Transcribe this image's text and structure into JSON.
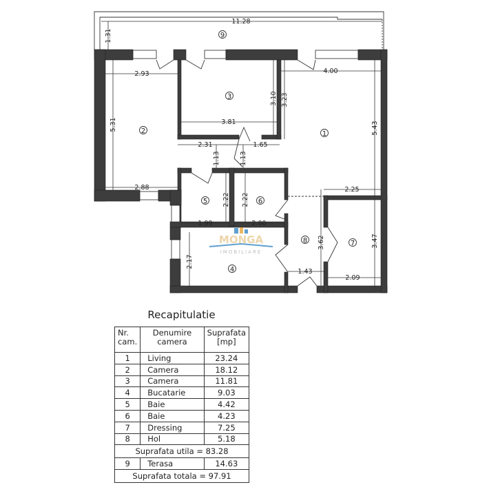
{
  "plan": {
    "rooms": [
      {
        "nr": "1"
      },
      {
        "nr": "2"
      },
      {
        "nr": "3"
      },
      {
        "nr": "4"
      },
      {
        "nr": "5"
      },
      {
        "nr": "6"
      },
      {
        "nr": "7"
      },
      {
        "nr": "8"
      },
      {
        "nr": "9"
      }
    ],
    "dimensions": {
      "terrace_width": "11.28",
      "terrace_depth": "1.31",
      "r2_width": "2.93",
      "r2_height": "5.31",
      "r2_bottom": "2.88",
      "r3_width": "3.81",
      "r3_height": "3.10",
      "r1_left_height": "3.23",
      "r1_width": "4.00",
      "r1_height": "5.43",
      "hall_left": "2.31",
      "hall_right": "1.65",
      "hall_h1": "1.13",
      "hall_h2": "1.13",
      "r5_height": "2.22",
      "r6_height": "2.22",
      "r5_width": "1.99",
      "r6_width": "2.00",
      "r4_height": "2.17",
      "r7_top": "2.25",
      "r8_height": "3.62",
      "r7_height": "3.47",
      "r8_width": "1.43",
      "r7_width": "2.09"
    },
    "watermark": {
      "brand": "MONGA",
      "sub": "IMOBILIARE",
      "colors": [
        "#e8a030",
        "#2a7fc0"
      ]
    }
  },
  "summary": {
    "title": "Recapitulatie",
    "headers": {
      "nr": "Nr. cam.",
      "name": "Denumire camera",
      "area": "Suprafata [mp]"
    },
    "rows": [
      {
        "nr": "1",
        "name": "Living",
        "area": "23.24"
      },
      {
        "nr": "2",
        "name": "Camera",
        "area": "18.12"
      },
      {
        "nr": "3",
        "name": "Camera",
        "area": "11.81"
      },
      {
        "nr": "4",
        "name": "Bucatarie",
        "area": "9.03"
      },
      {
        "nr": "5",
        "name": "Baie",
        "area": "4.42"
      },
      {
        "nr": "6",
        "name": "Baie",
        "area": "4.23"
      },
      {
        "nr": "7",
        "name": "Dressing",
        "area": "7.25"
      },
      {
        "nr": "8",
        "name": "Hol",
        "area": "5.18"
      }
    ],
    "useful_total": "Suprafata utila = 83.28",
    "terrace": {
      "nr": "9",
      "name": "Terasa",
      "area": "14.63"
    },
    "grand_total": "Suprafata totala = 97.91"
  }
}
